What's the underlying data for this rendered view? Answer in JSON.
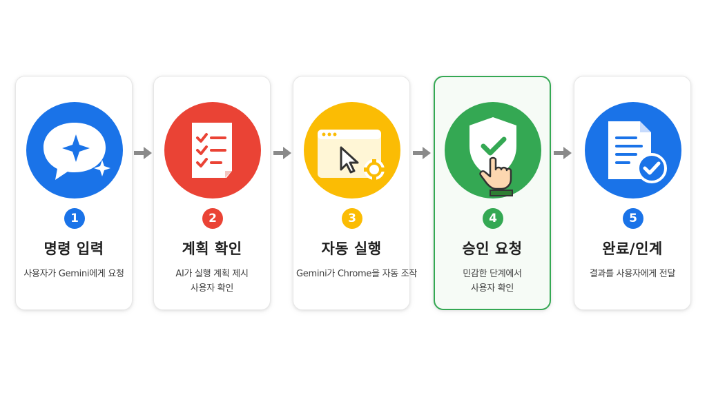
{
  "steps": [
    {
      "number": "1",
      "title": "명령 입력",
      "desc_lines": [
        "사용자가 Gemini에게 요청"
      ],
      "color": "#1a73e8",
      "icon": "chat-sparkle-icon"
    },
    {
      "number": "2",
      "title": "계획 확인",
      "desc_lines": [
        "AI가 실행 계획 제시",
        "사용자 확인"
      ],
      "color": "#ea4335",
      "icon": "checklist-icon"
    },
    {
      "number": "3",
      "title": "자동 실행",
      "desc_lines": [
        "Gemini가 Chrome을 자동 조작"
      ],
      "color": "#fbbc04",
      "icon": "browser-cursor-gear-icon"
    },
    {
      "number": "4",
      "title": "승인 요청",
      "desc_lines": [
        "민감한 단계에서",
        "사용자 확인"
      ],
      "color": "#34a853",
      "icon": "shield-check-hand-icon"
    },
    {
      "number": "5",
      "title": "완료/인계",
      "desc_lines": [
        "결과를 사용자에게 전달"
      ],
      "color": "#1a73e8",
      "icon": "document-check-icon"
    }
  ],
  "colors": {
    "arrow": "#8a8a8a",
    "highlight_border": "#34a853"
  }
}
